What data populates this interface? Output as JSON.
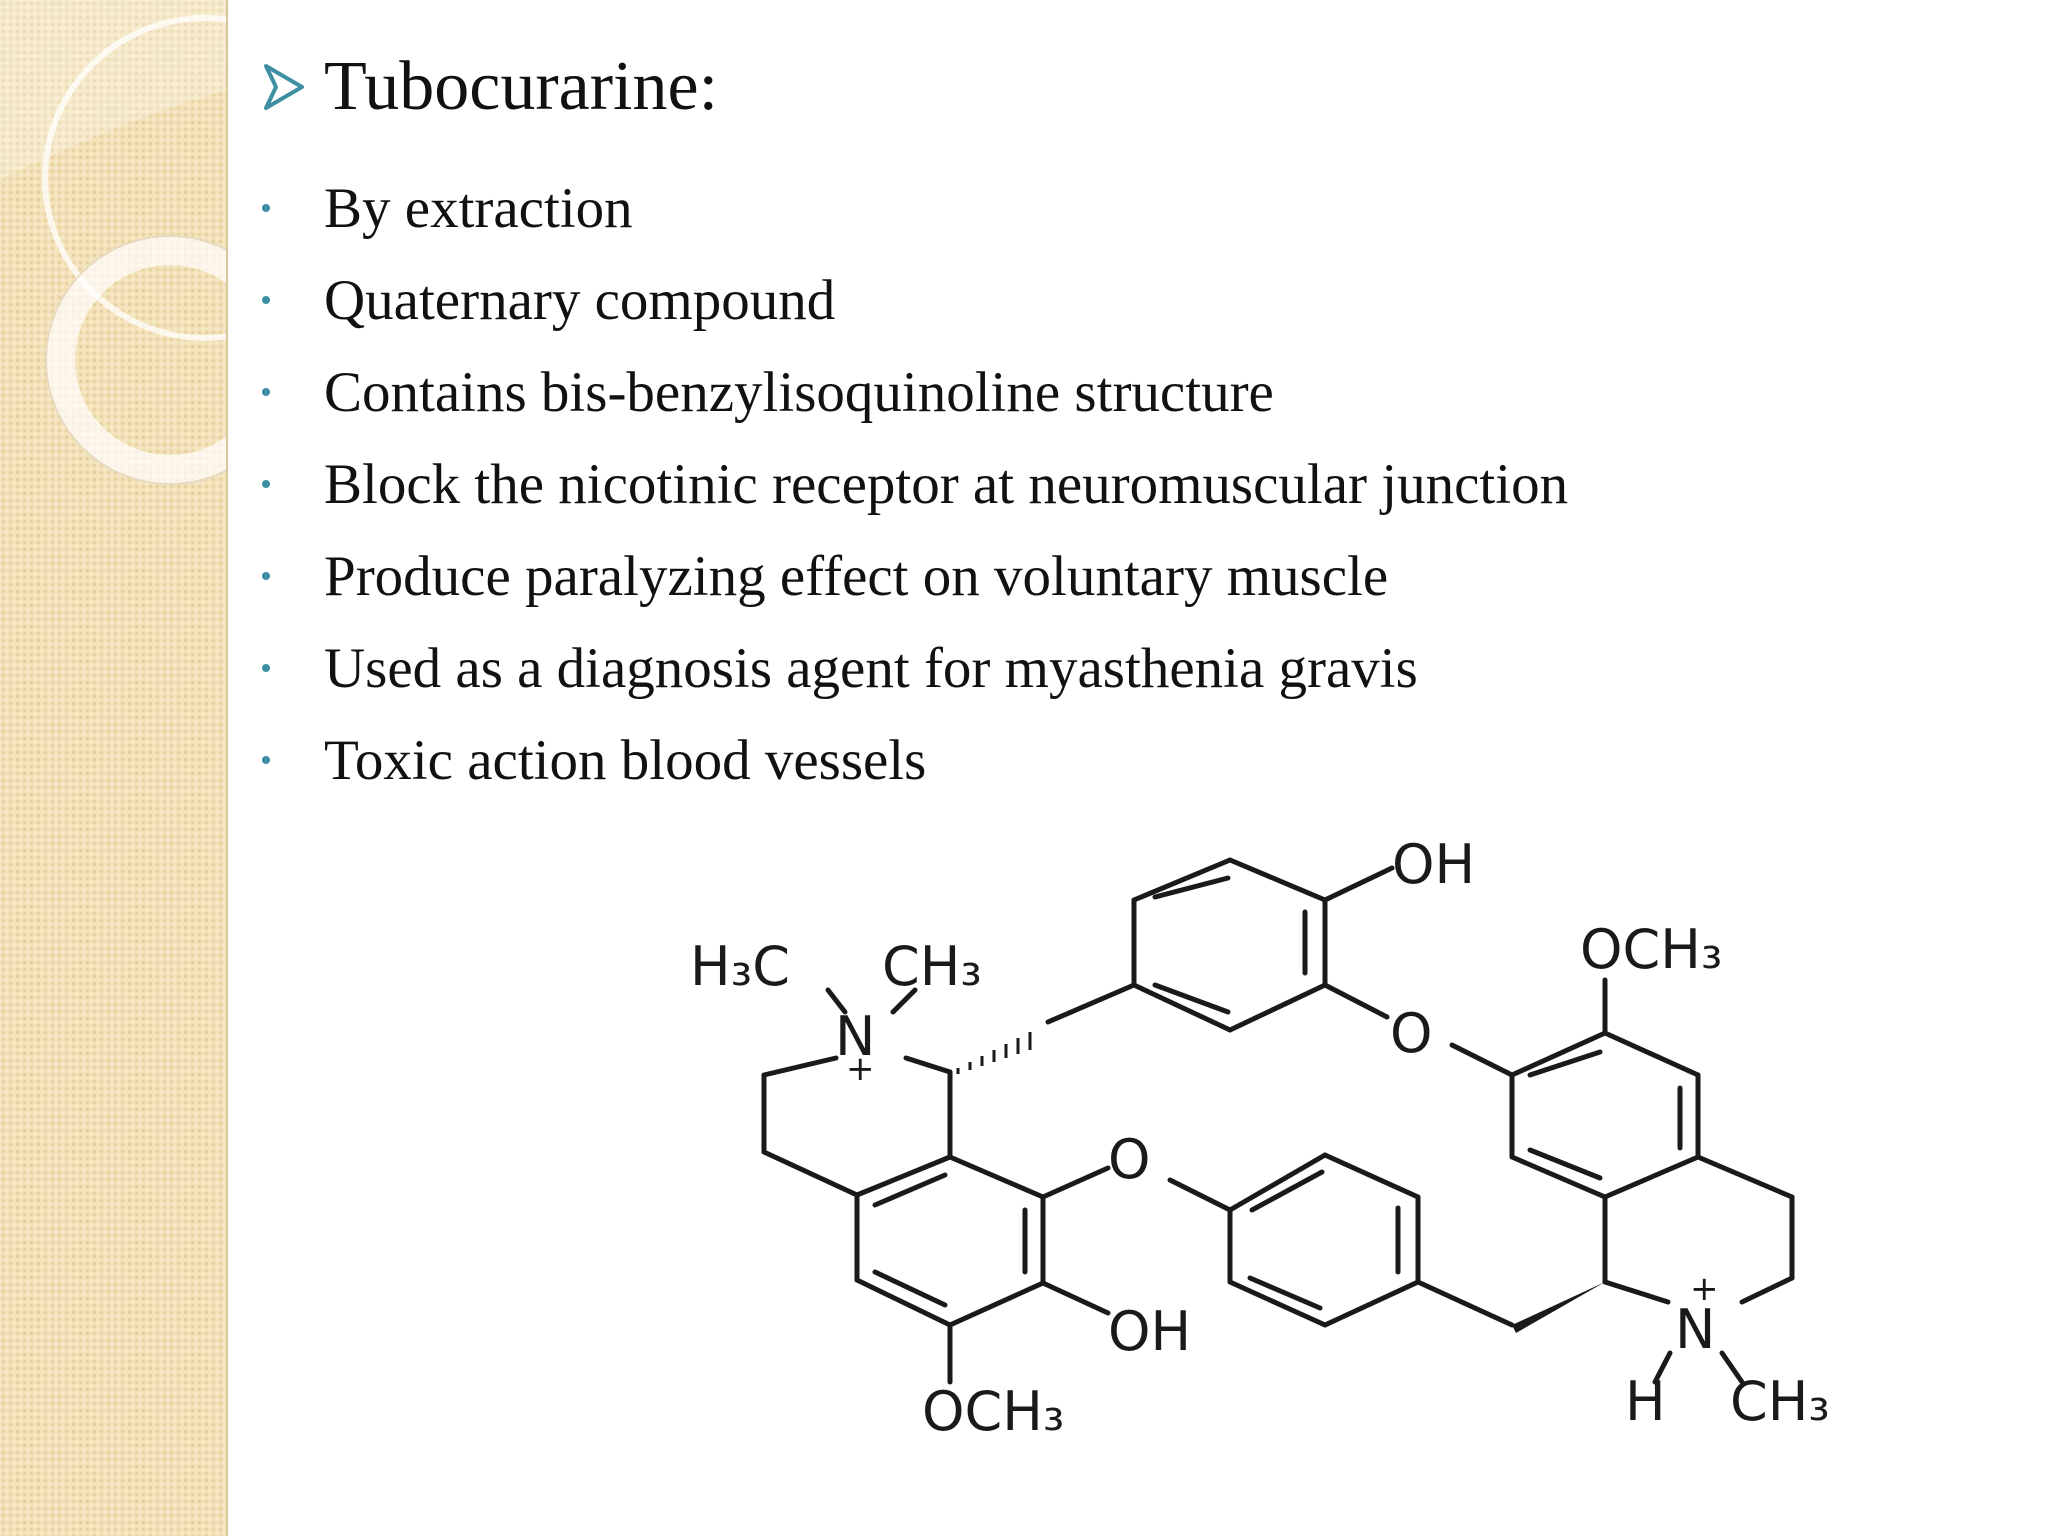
{
  "slide": {
    "title": "Tubocurarine:",
    "bullets": [
      "By extraction",
      "Quaternary compound",
      "Contains bis-benzylisoquinoline structure",
      "Block the nicotinic receptor at neuromuscular junction",
      "Produce paralyzing effect on voluntary muscle",
      "Used as a diagnosis agent for myasthenia gravis",
      "Toxic action blood vessels"
    ],
    "colors": {
      "bullet": "#3e8fa3",
      "panel": "#f3e2b8",
      "text": "#111111"
    }
  },
  "structure": {
    "labels": {
      "h3c": "H₃C",
      "ch3_top": "CH₃",
      "n_left": "N",
      "plus_left": "+",
      "oh_top": "OH",
      "och3_right": "OCH₃",
      "o_bridge_right": "O",
      "o_bridge_center": "O",
      "oh_bottom": "OH",
      "och3_bottom": "OCH₃",
      "plus_right": "+",
      "n_right": "N",
      "h_right": "H",
      "ch3_right": "CH₃"
    }
  }
}
